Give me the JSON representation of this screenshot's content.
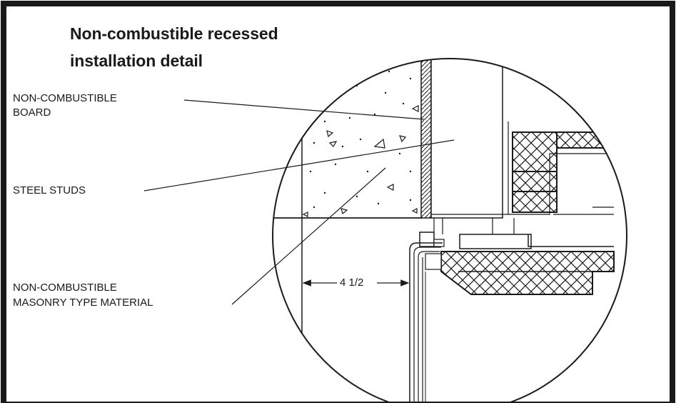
{
  "title": {
    "line1": "Non-combustible recessed",
    "line2": "installation detail"
  },
  "labels": {
    "board_line1": "NON-COMBUSTIBLE",
    "board_line2": "BOARD",
    "steel_studs": "STEEL STUDS",
    "masonry_line1": "NON-COMBUSTIBLE",
    "masonry_line2": "MASONRY TYPE MATERIAL"
  },
  "dimension": {
    "value": "4 1/2"
  },
  "colors": {
    "ink": "#1a1a1a",
    "background": "#ffffff"
  }
}
